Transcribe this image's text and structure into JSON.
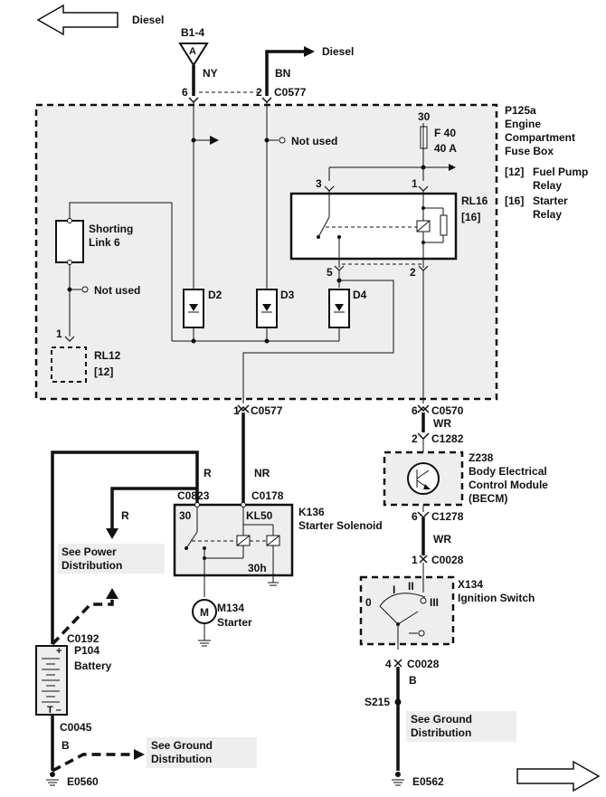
{
  "header": {
    "left_arrow_label": "Diesel",
    "diesel_feed_label": "Diesel",
    "b14_label": "B1-4",
    "b14_pin": "A",
    "ny_label": "NY",
    "bn_label": "BN",
    "pin6": "6",
    "pin2": "2",
    "c0577_top": "C0577"
  },
  "fusebox": {
    "name": "P125a",
    "lines": [
      "Engine",
      "Compartment",
      "Fuse Box"
    ],
    "legend": [
      {
        "code": "[12]",
        "line1": "Fuel Pump",
        "line2": "Relay"
      },
      {
        "code": "[16]",
        "line1": "Starter",
        "line2": "Relay"
      }
    ],
    "fuse_pin": "30",
    "fuse_name": "F 40",
    "fuse_rating": "40 A",
    "not_used_1": "Not used",
    "not_used_2": "Not used",
    "shorting_link_1": "Shorting",
    "shorting_link_2": "Link 6",
    "relay_rl16": "RL16",
    "relay_rl16_code": "[16]",
    "pin3": "3",
    "pin1_relay": "1",
    "pin5": "5",
    "pin2_relay": "2",
    "diodes": [
      "D2",
      "D3",
      "D4"
    ],
    "rl12_pin": "1",
    "rl12": "RL12",
    "rl12_code": "[12]"
  },
  "lower_left": {
    "pin1": "1",
    "c0577_bottom": "C0577",
    "r_label_top": "R",
    "nr_label": "NR",
    "r_label_left": "R",
    "c0823": "C0823",
    "c0178": "C0178",
    "solenoid_pin30": "30",
    "solenoid_kl50": "KL50",
    "solenoid_30h": "30h",
    "k136": "K136",
    "k136_desc": "Starter Solenoid",
    "see_power_1": "See Power",
    "see_power_2": "Distribution",
    "m134": "M134",
    "m134_desc": "Starter",
    "motor_symbol": "M",
    "c0192": "C0192",
    "p104": "P104",
    "p104_desc": "Battery",
    "c0045": "C0045",
    "b_label": "B",
    "see_ground_1": "See Ground",
    "see_ground_2": "Distribution",
    "e0560": "E0560"
  },
  "lower_right": {
    "pin6_top": "6",
    "c0570": "C0570",
    "wr_top": "WR",
    "pin2": "2",
    "c1282": "C1282",
    "z238": "Z238",
    "z238_lines": [
      "Body Electrical",
      "Control Module",
      "(BECM)"
    ],
    "pin6_mid": "6",
    "c1278": "C1278",
    "wr_mid": "WR",
    "pin1": "1",
    "c0028_top": "C0028",
    "x134": "X134",
    "x134_desc": "Ignition Switch",
    "pos_0": "0",
    "pos_I": "I",
    "pos_II": "II",
    "pos_III": "III",
    "pin4": "4",
    "c0028_bottom": "C0028",
    "b_label": "B",
    "s215": "S215",
    "see_ground_1": "See Ground",
    "see_ground_2": "Distribution",
    "e0562": "E0562"
  }
}
